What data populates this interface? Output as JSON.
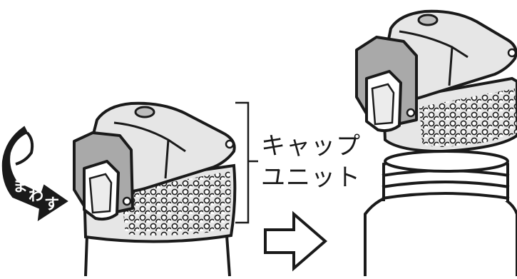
{
  "label": {
    "line1": "キャップ",
    "line2": "ユニット"
  },
  "twist": {
    "chars": [
      "ま",
      "わ",
      "す"
    ]
  },
  "icons": {
    "rotate_arrow": "curved-rotate-arrow-icon",
    "step_arrow": "outlined-right-arrow-icon"
  },
  "colors": {
    "outline": "#1a1a1a",
    "cap_body": "#e6e6e6",
    "latch_gray": "#a9a9a9",
    "background": "#ffffff"
  }
}
